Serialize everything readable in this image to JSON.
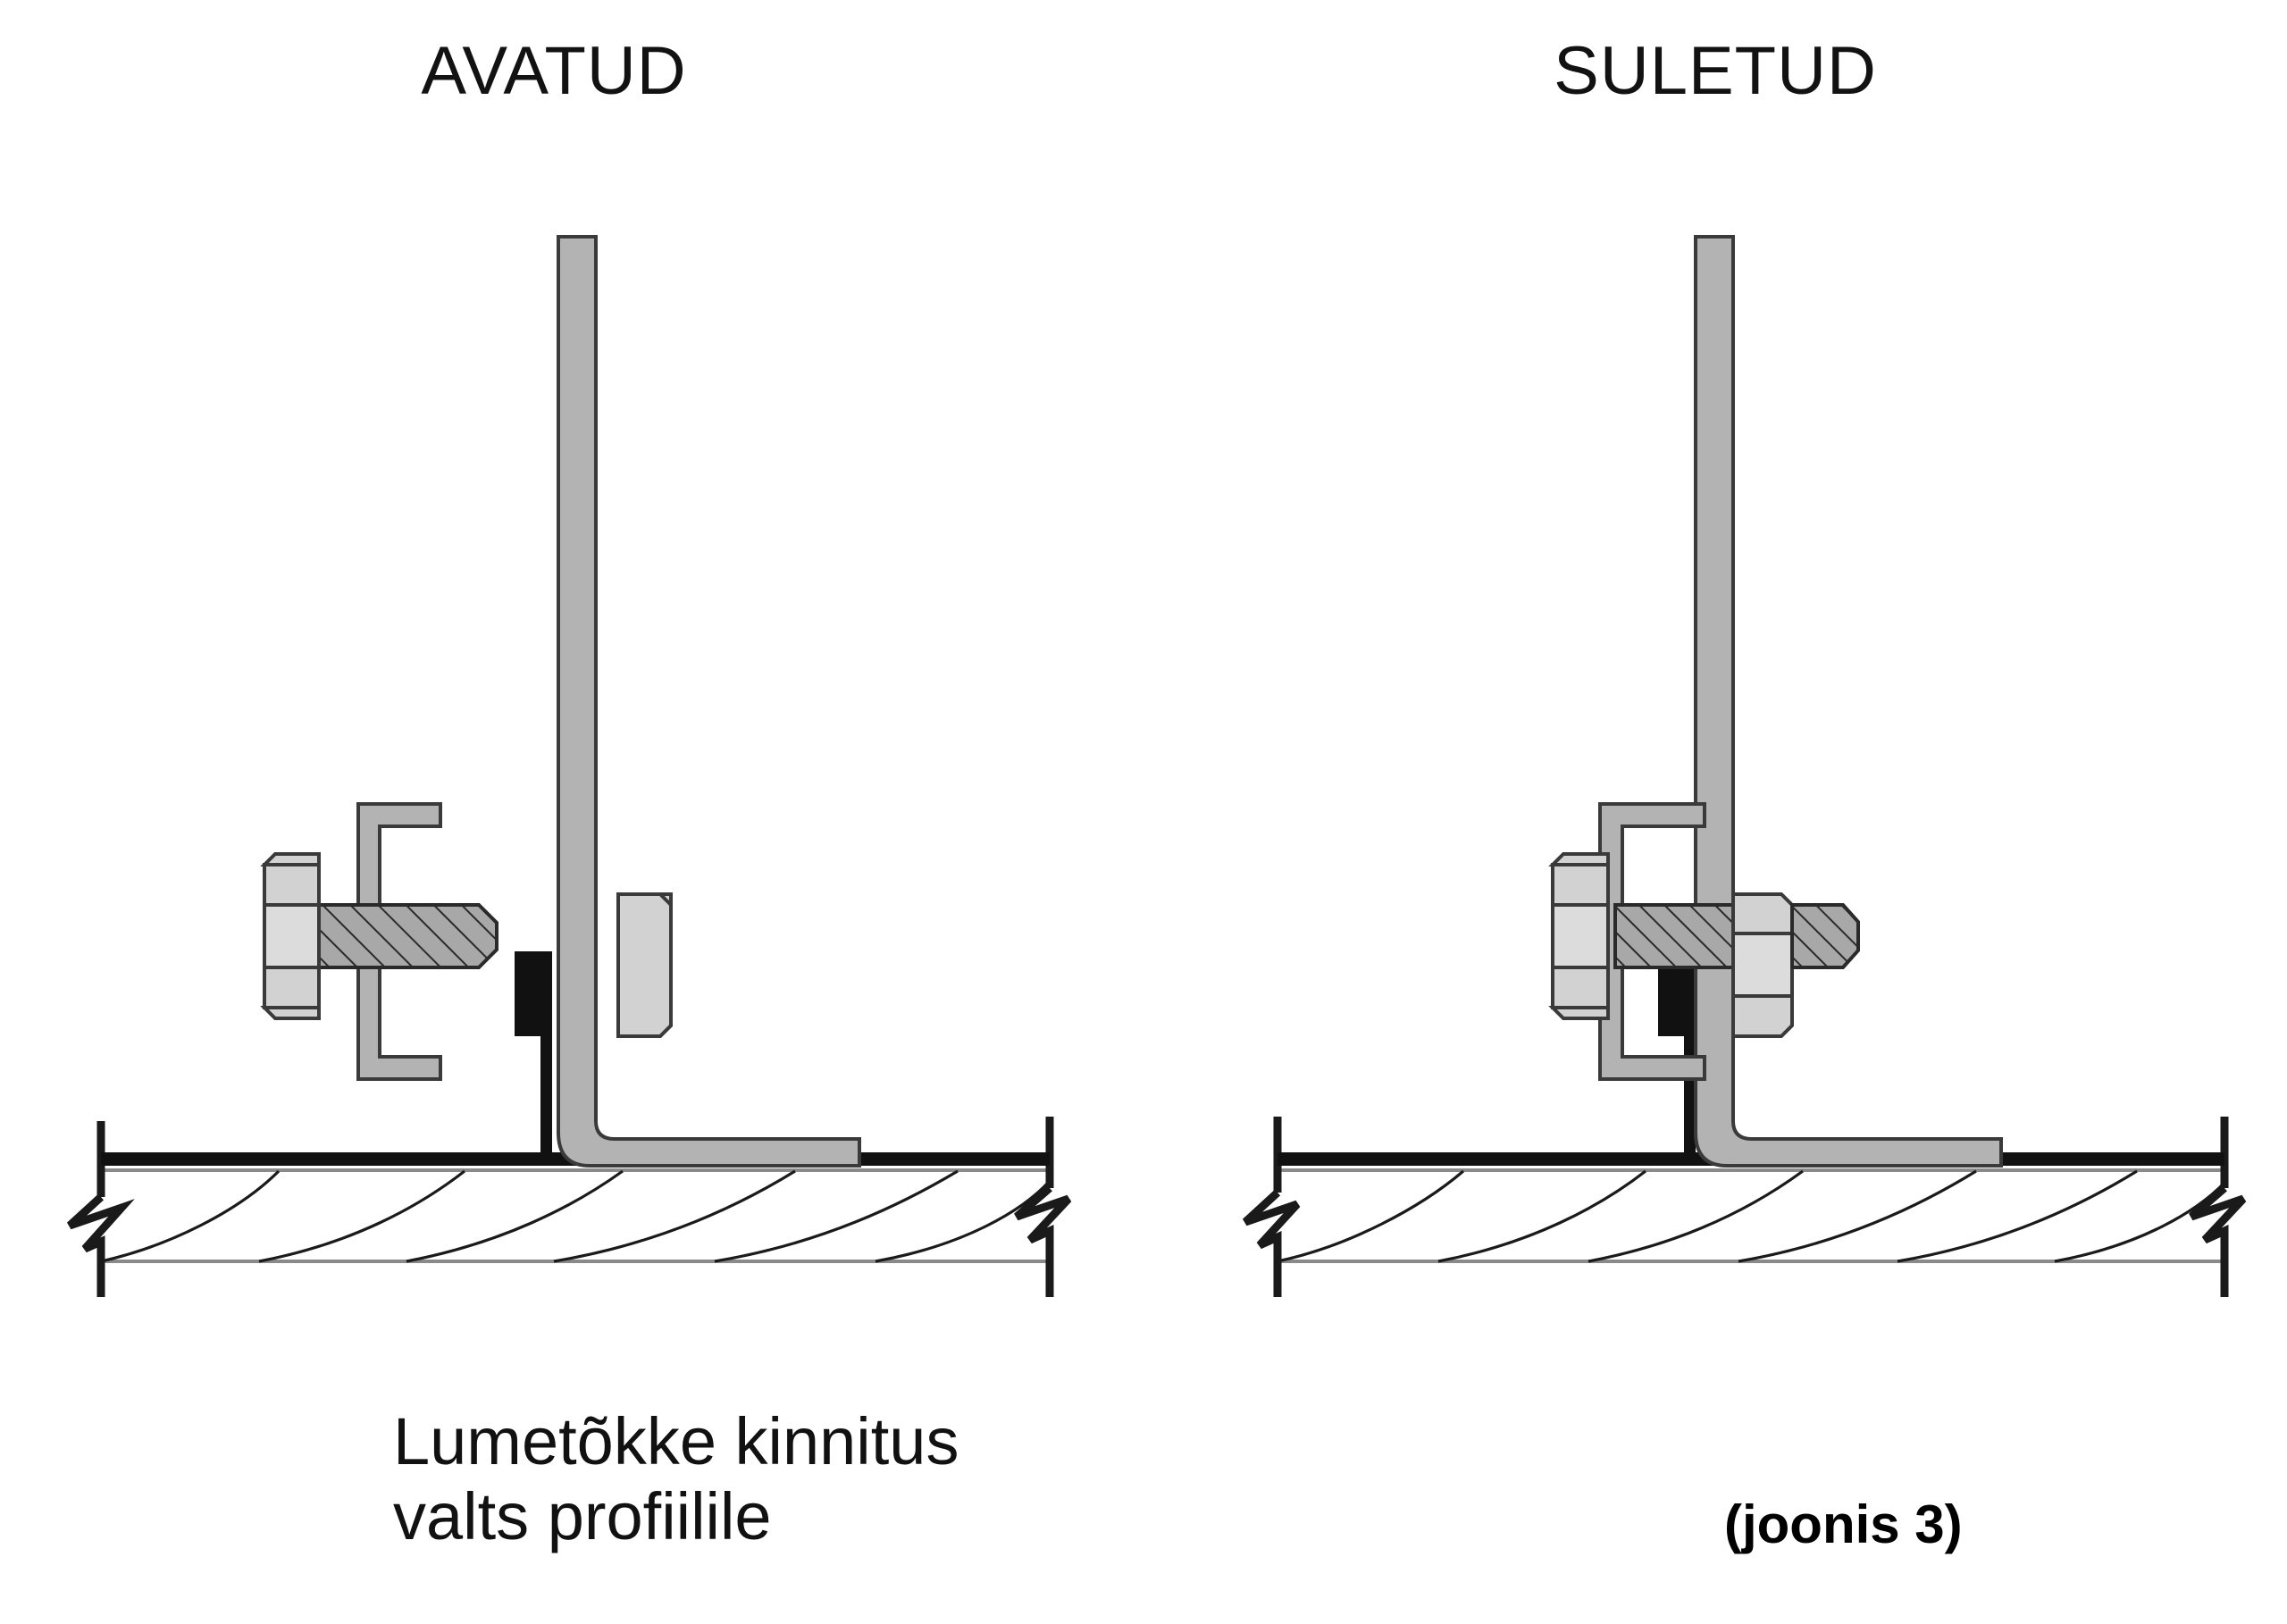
{
  "document": {
    "language": "Estonian",
    "type": "technical-cross-section-drawing",
    "background_color": "#ffffff",
    "ink_color": "#111111"
  },
  "headings": {
    "left": "AVATUD",
    "right": "SULETUD"
  },
  "caption": {
    "line1": "Lumetõkke kinnitus",
    "line2": "valts profiilile"
  },
  "figure_label": "(joonis 3)",
  "palette": {
    "metal_grey": "#b3b3b3",
    "bolt_light": "#d2d2d2",
    "bolt_mid": "#dcdcdc",
    "hatch_grey": "#a8a8a8",
    "gasket_black": "#111111",
    "outline": "#3a3a3a",
    "line_black": "#1a1a1a",
    "deck_line_grey": "#8a8a8a"
  },
  "parts": {
    "seam_profile": "standing-seam-roof-profile",
    "clamp_bracket": "c-shaped-clamp-bracket",
    "bolt_head": "hex-bolt-head",
    "bolt_shank": "threaded-bolt-shank",
    "nut": "hex-nut",
    "gasket": "black-seam-gasket",
    "membrane": "roof-membrane",
    "deck": "timber-deck",
    "break_symbol": "break-line-symbol"
  },
  "views": {
    "left": {
      "name": "avatud-open-clamp-view",
      "state_label": "AVATUD",
      "description": "Open clamp: bracket jaws not closed around the seam"
    },
    "right": {
      "name": "suletud-closed-clamp-view",
      "state_label": "SULETUD",
      "description": "Closed clamp: bracket jaws wrapped around the seam, nut tightened"
    }
  }
}
